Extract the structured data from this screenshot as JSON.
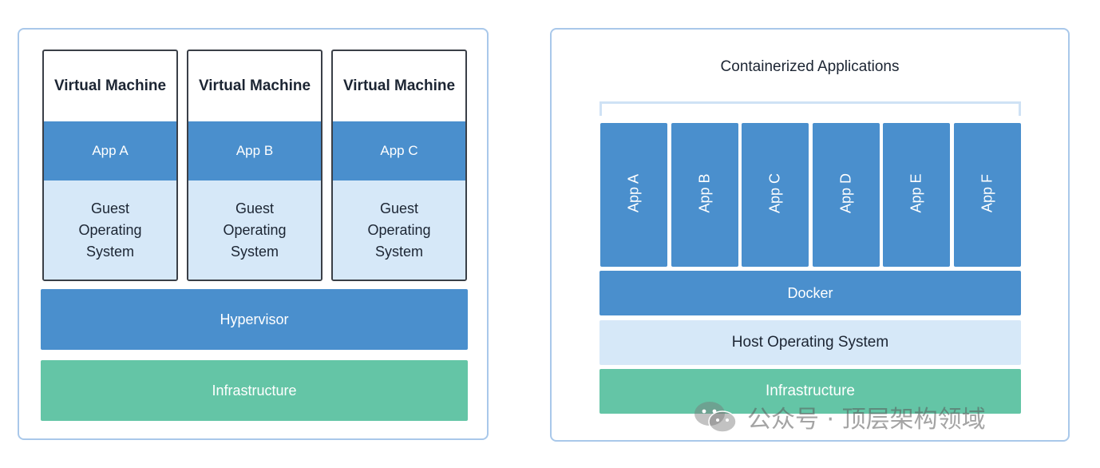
{
  "vm_diagram": {
    "vms": [
      {
        "title": "Virtual Machine",
        "app": "App A",
        "guest_os": "Guest Operating System"
      },
      {
        "title": "Virtual Machine",
        "app": "App B",
        "guest_os": "Guest Operating System"
      },
      {
        "title": "Virtual Machine",
        "app": "App C",
        "guest_os": "Guest Operating System"
      }
    ],
    "hypervisor": "Hypervisor",
    "infrastructure": "Infrastructure"
  },
  "container_diagram": {
    "title": "Containerized Applications",
    "apps": [
      "App A",
      "App B",
      "App C",
      "App D",
      "App E",
      "App F"
    ],
    "docker": "Docker",
    "host_os": "Host Operating System",
    "infrastructure": "Infrastructure"
  },
  "watermark": {
    "text": "公众号 · 顶层架构领域",
    "icon": "wechat-icon"
  },
  "colors": {
    "app_blue": "#4a8fcd",
    "light_blue": "#d6e8f8",
    "infra_green": "#64c5a6",
    "panel_border": "#a9c8ea"
  }
}
